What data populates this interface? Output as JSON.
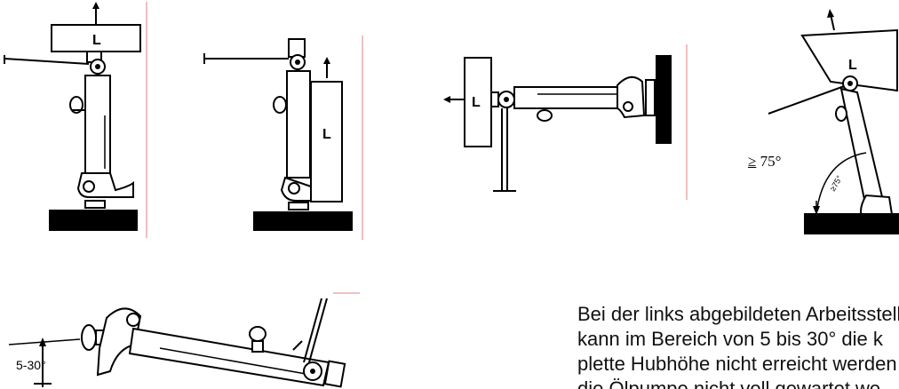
{
  "figures": {
    "fig1": {
      "load_label": "L"
    },
    "fig2": {
      "load_label": "L"
    },
    "fig3": {
      "load_label": "L"
    },
    "fig4": {
      "load_label": "L",
      "angle_symbol": "≥",
      "angle_value": "75°",
      "arc_label": "≥75°"
    },
    "fig5": {
      "angle_label": "5-30°"
    }
  },
  "caption": {
    "lines": [
      "Bei der links abgebildeten Arbeitsstell",
      "kann im Bereich von 5 bis 30° die k",
      "plette Hubhöhe nicht erreicht werden",
      "die Ölpumpe nicht voll gewartet we"
    ]
  },
  "colors": {
    "ink": "#000000",
    "divider": "#e08080"
  }
}
